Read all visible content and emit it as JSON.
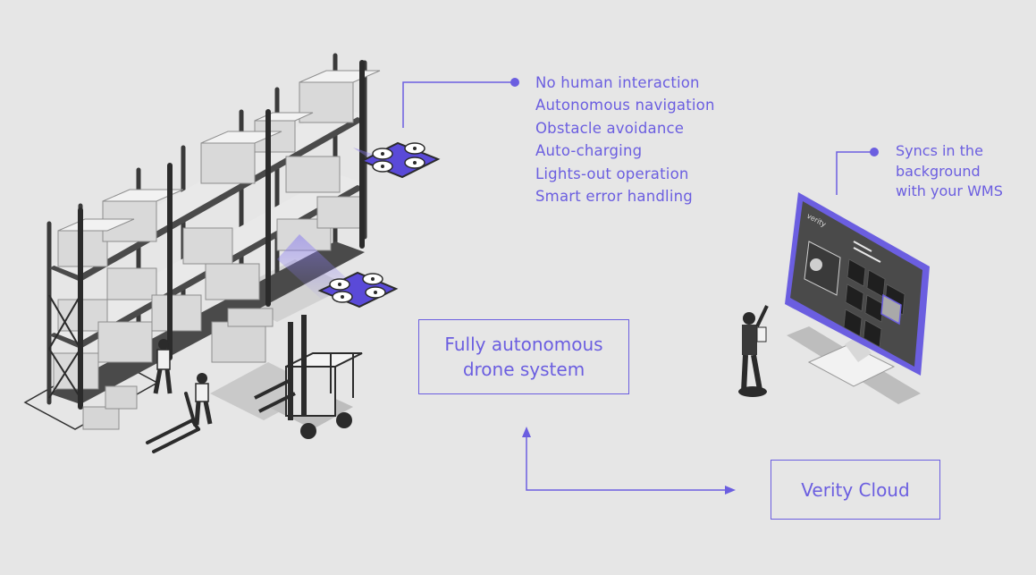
{
  "colors": {
    "background": "#e6e6e6",
    "accent": "#6b5ee0",
    "rack": "#3a3a3a",
    "box": "#cfcfcf",
    "screen": "#4a4a4a"
  },
  "features": [
    "No human interaction",
    "Autonomous navigation",
    "Obstacle avoidance",
    "Auto-charging",
    "Lights-out operation",
    "Smart error handling"
  ],
  "sync_note": {
    "line1": "Syncs in the",
    "line2": "background",
    "line3": "with your WMS"
  },
  "drone_system_box": {
    "line1": "Fully autonomous",
    "line2": "drone system"
  },
  "cloud_box": {
    "label": "Verity Cloud"
  },
  "monitor": {
    "brand": "verity"
  },
  "illustrations": [
    "warehouse-racks",
    "drone",
    "forklift",
    "pallet-jack",
    "worker",
    "monitor"
  ]
}
